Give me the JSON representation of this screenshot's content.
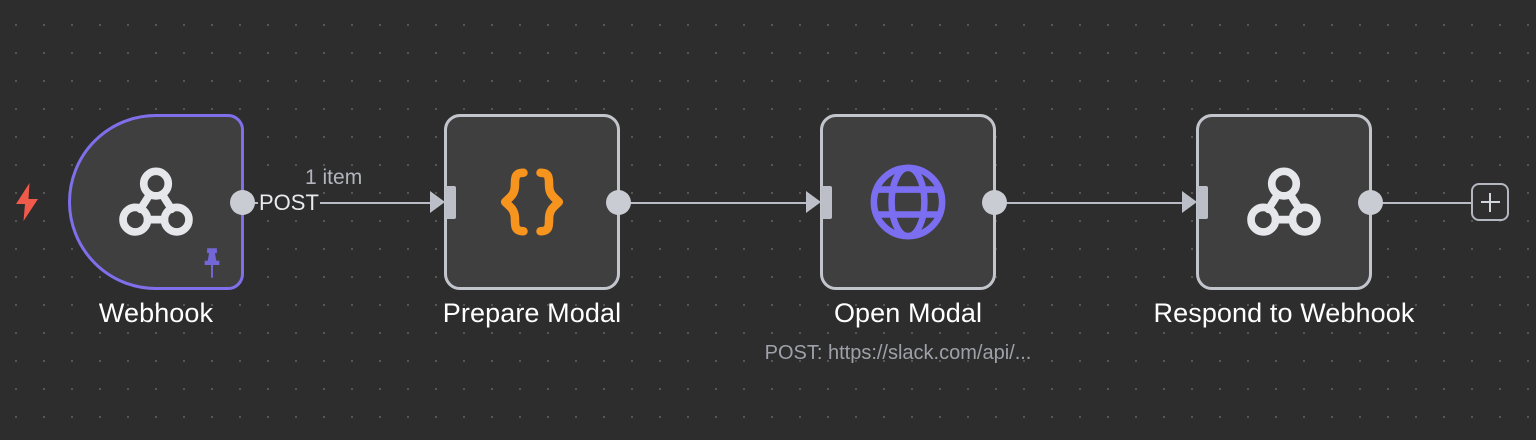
{
  "canvas": {
    "background_color": "#2d2d2d",
    "grid_dot_color": "#565656"
  },
  "workflow": {
    "nodes": [
      {
        "id": "webhook",
        "label": "Webhook",
        "subtitle": "",
        "type": "trigger",
        "icon": "webhook-icon",
        "icon_color": "#e6e7ea",
        "border_color": "#7f6feb",
        "pinned": true,
        "pin_color": "#7366d6"
      },
      {
        "id": "prepare-modal",
        "label": "Prepare Modal",
        "subtitle": "",
        "type": "code",
        "icon": "code-braces-icon",
        "icon_color": "#f7941e",
        "border_color": "#c2c5cc",
        "pinned": false
      },
      {
        "id": "open-modal",
        "label": "Open Modal",
        "subtitle": "POST: https://slack.com/api/...",
        "type": "http-request",
        "icon": "globe-icon",
        "icon_color": "#7b6ef0",
        "border_color": "#c2c5cc",
        "pinned": false
      },
      {
        "id": "respond-to-webhook",
        "label": "Respond to Webhook",
        "subtitle": "",
        "type": "respond",
        "icon": "webhook-icon",
        "icon_color": "#e6e7ea",
        "border_color": "#c2c5cc",
        "pinned": false
      }
    ],
    "connections": [
      {
        "from": "webhook",
        "to": "prepare-modal",
        "item_count_label": "1 item",
        "method_label": "POST"
      },
      {
        "from": "prepare-modal",
        "to": "open-modal"
      },
      {
        "from": "open-modal",
        "to": "respond-to-webhook"
      }
    ],
    "trigger_badge": {
      "icon": "lightning-bolt-icon",
      "color": "#ef5a4a"
    },
    "add_node_button": {
      "icon": "plus-icon",
      "label": "+"
    }
  }
}
